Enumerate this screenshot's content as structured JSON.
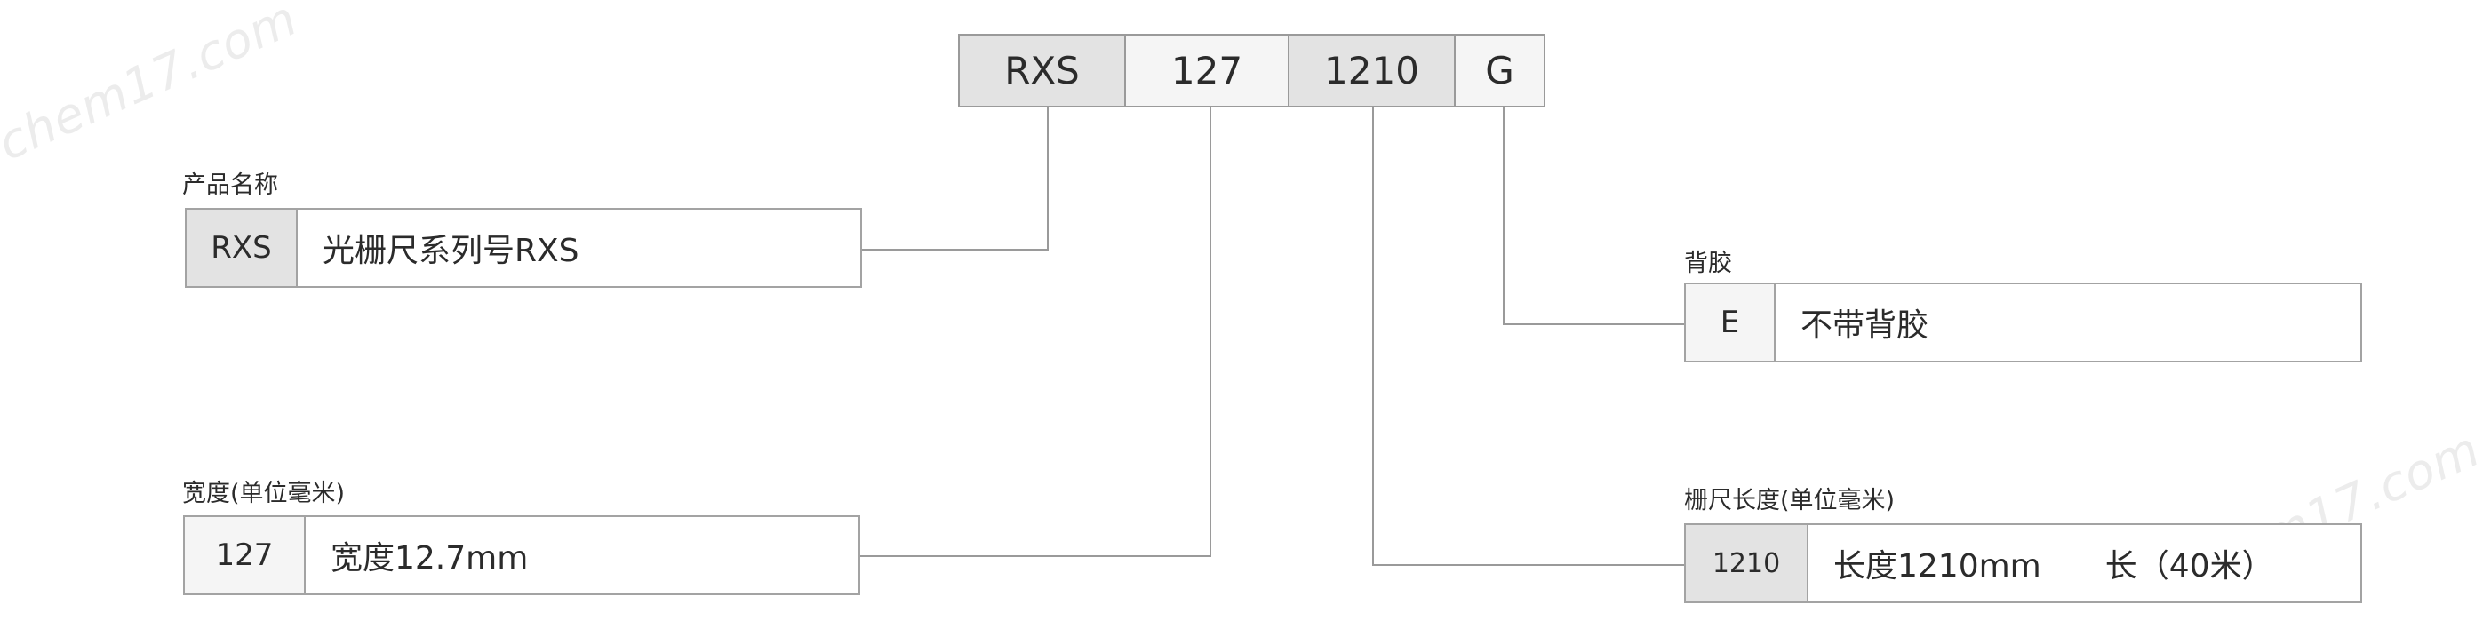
{
  "part_code": {
    "segments": [
      "RXS",
      "127",
      "1210",
      "G"
    ]
  },
  "fields": {
    "product_name": {
      "label": "产品名称",
      "code": "RXS",
      "description": "光栅尺系列号RXS"
    },
    "width": {
      "label": "宽度(单位毫米)",
      "code": "127",
      "description": "宽度12.7mm"
    },
    "adhesive": {
      "label": "背胶",
      "code": "E",
      "description": "不带背胶"
    },
    "scale_length": {
      "label": "栅尺长度(单位毫米)",
      "code": "1210",
      "description": "长度1210mm",
      "note": "长（40米）"
    }
  },
  "watermark": {
    "text": "chem17.com"
  },
  "colors": {
    "cell_dark": "#e3e3e3",
    "cell_light": "#f5f5f5",
    "border": "#9a9a9a",
    "text": "#2b2b2b",
    "watermark": "#ececec"
  }
}
